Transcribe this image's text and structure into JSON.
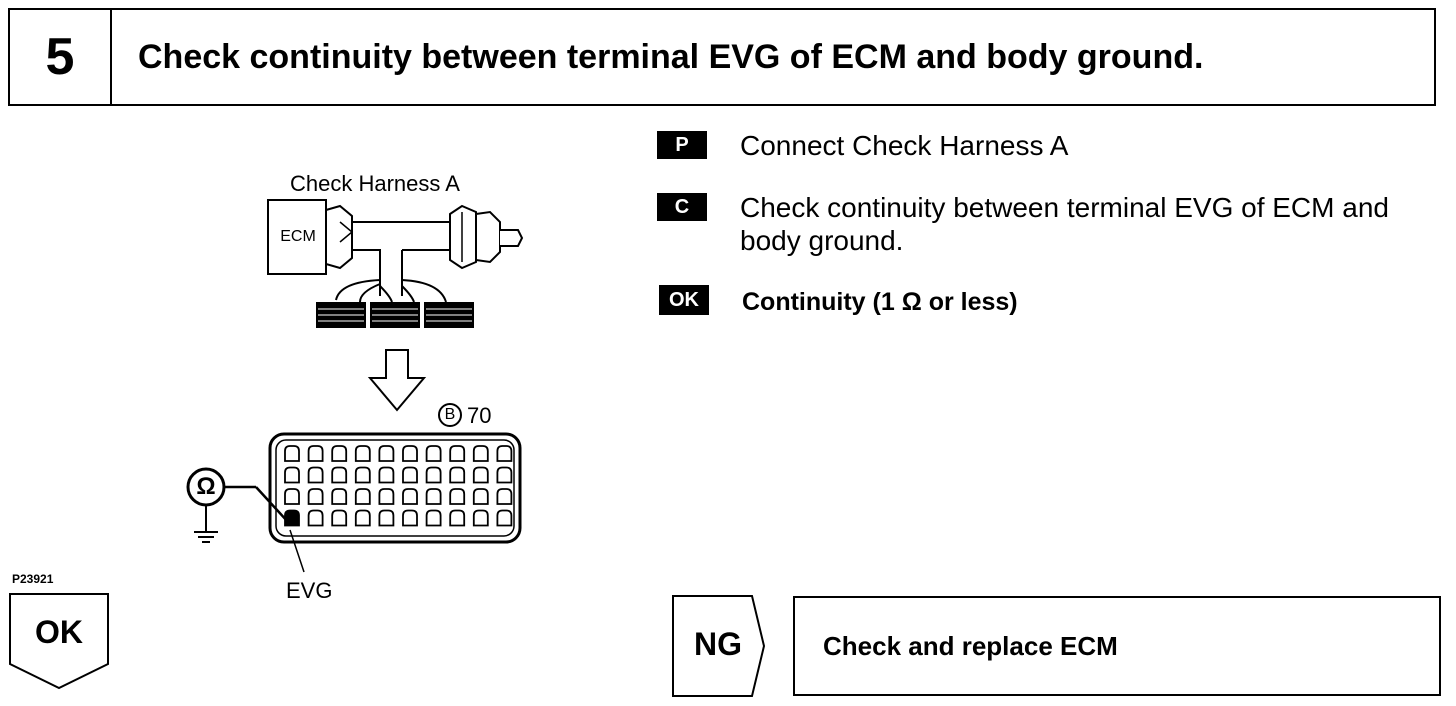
{
  "header": {
    "step_number": "5",
    "title": "Check continuity between terminal EVG of ECM and body ground."
  },
  "steps": [
    {
      "badge": "P",
      "text_lines": [
        "Connect Check Harness A"
      ]
    },
    {
      "badge": "C",
      "text_lines": [
        "Check continuity between terminal EVG of ECM and",
        "body ground."
      ]
    },
    {
      "badge": "OK",
      "text_lines": [
        "Continuity (1 Ω or less)"
      ]
    }
  ],
  "diagram": {
    "harness_label": "Check Harness A",
    "ecm_label": "ECM",
    "connector_label": "70",
    "connector_circle_letter": "B",
    "ohmmeter_symbol": "Ω",
    "terminal_label": "EVG",
    "figure_code": "P23921"
  },
  "results": {
    "ok_label": "OK",
    "ng_label": "NG",
    "ng_action": "Check and replace ECM"
  }
}
